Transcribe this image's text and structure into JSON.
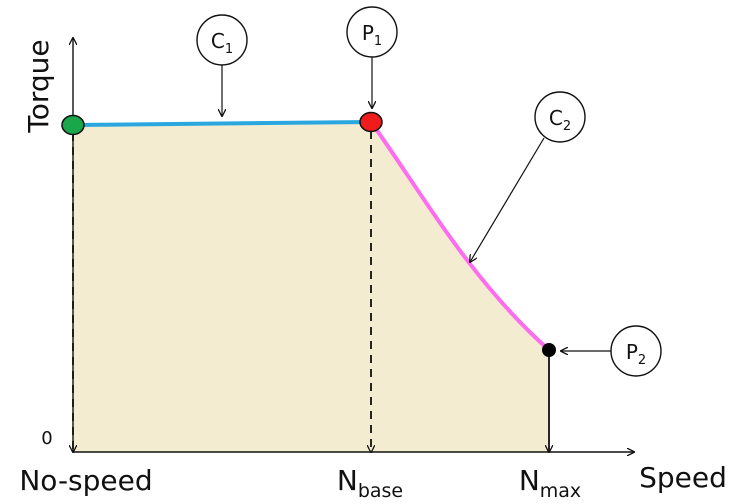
{
  "axes": {
    "y_label": "Torque",
    "x_label": "Speed",
    "origin_label": "0"
  },
  "x_ticks": {
    "no_speed": "No-speed",
    "base_main": "N",
    "base_sub": "base",
    "max_main": "N",
    "max_sub": "max"
  },
  "callouts": {
    "c1_main": "C",
    "c1_sub": "1",
    "p1_main": "P",
    "p1_sub": "1",
    "c2_main": "C",
    "c2_sub": "2",
    "p2_main": "P",
    "p2_sub": "2"
  },
  "colors": {
    "region_fill": "#f3ecd0",
    "constant_torque_curve": "#2aa7de",
    "constant_power_curve": "#ff6cf0",
    "start_point": "#1aa64a",
    "base_point": "#ee1c1c",
    "max_point": "#000000"
  }
}
